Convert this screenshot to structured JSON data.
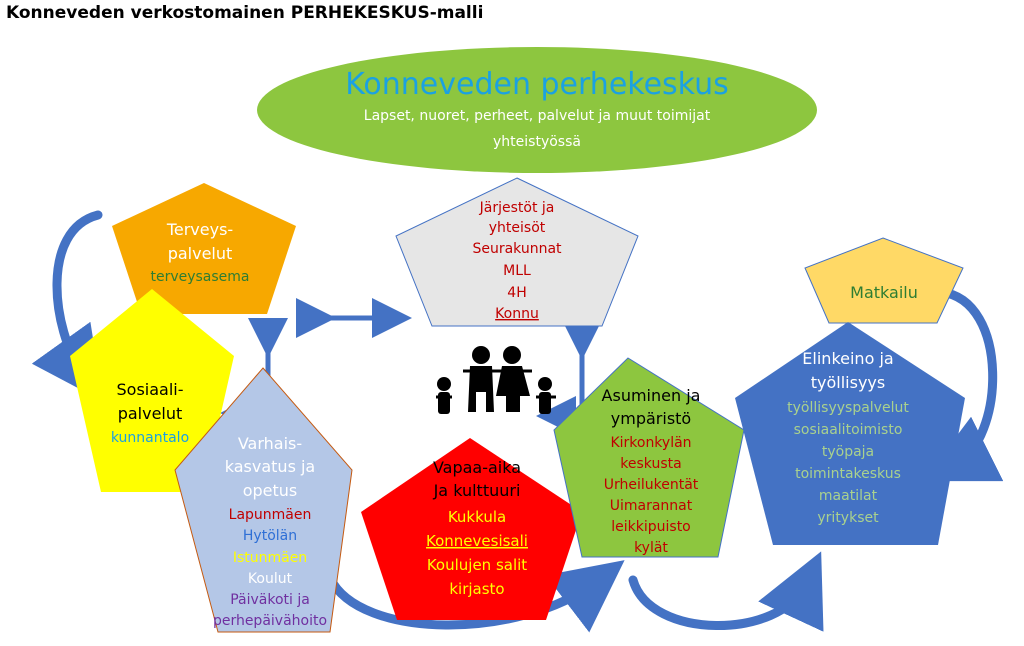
{
  "title": "Konneveden verkostomainen PERHEKESKUS-malli",
  "center": {
    "title": "Konneveden perhekeskus",
    "subtitle_lines": [
      "Lapset, nuoret, perheet, palvelut ja muut toimijat",
      "yhteistyössä"
    ],
    "fill": "#8dc63f",
    "title_color": "#1ba1e2"
  },
  "nodes": {
    "terveys": {
      "lines": [
        "Terveys-",
        "palvelut",
        "terveysasema"
      ],
      "fill": "#f7a800"
    },
    "sosiaali": {
      "lines": [
        "Sosiaali-",
        "palvelut",
        "kunnantalo"
      ],
      "fill": "#ffff00"
    },
    "jarjestot": {
      "lines": [
        "Järjestöt ja",
        "yhteisöt",
        "Seurakunnat",
        "MLL",
        "4H",
        "Konnu"
      ],
      "fill": "#e6e6e6"
    },
    "varhais": {
      "lines": [
        "Varhais-",
        "kasvatus ja",
        "opetus",
        "Lapunmäen",
        "Hytölän",
        "Istunmäen",
        "Koulut",
        "Päiväkoti ja",
        "perhepäivähoito"
      ],
      "fill": "#b4c7e7"
    },
    "vapaa": {
      "lines": [
        "Vapaa-aika",
        "Ja kulttuuri",
        "Kukkula",
        "Konnevesisali",
        "Koulujen salit",
        "kirjasto"
      ],
      "fill": "#ff0000"
    },
    "asuminen": {
      "lines": [
        "Asuminen ja",
        "ympäristö",
        "Kirkonkylän",
        "keskusta",
        "Urheilukentät",
        "Uimarannat",
        "leikkipuisto",
        "kylät"
      ],
      "fill": "#8dc63f"
    },
    "matkailu": {
      "lines": [
        "Matkailu"
      ],
      "fill": "#ffd966"
    },
    "elinkeino": {
      "lines": [
        "Elinkeino ja",
        "työllisyys",
        "työllisyyspalvelut",
        "sosiaalitoimisto",
        "työpaja",
        "toimintakeskus",
        "maatilat",
        "yritykset"
      ],
      "fill": "#4472c4"
    }
  },
  "arrow_color": "#4472c4"
}
